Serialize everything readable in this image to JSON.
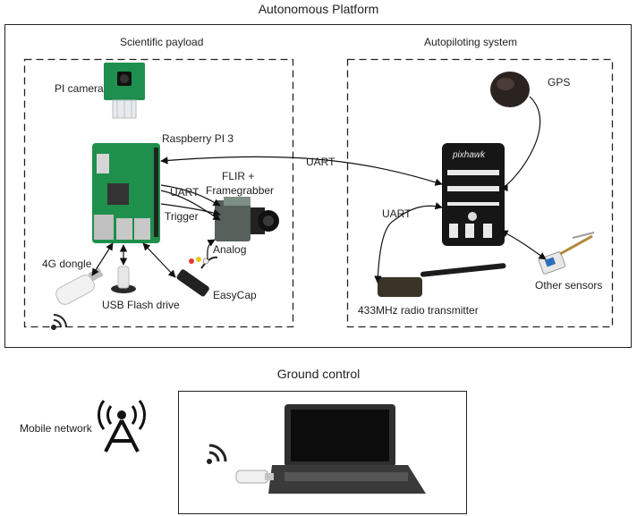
{
  "titles": {
    "platform": "Autonomous Platform",
    "payload": "Scientific payload",
    "autopilot": "Autopiloting system",
    "ground": "Ground control"
  },
  "labels": {
    "pi_camera": "PI camera",
    "raspberry_pi": "Raspberry PI 3",
    "flir": "FLIR +",
    "framegrabber": "Framegrabber",
    "uart_pi": "UART",
    "trigger": "Trigger",
    "analog": "Analog",
    "dongle": "4G dongle",
    "usb_flash": "USB Flash drive",
    "easycap": "EasyCap",
    "uart_link": "UART",
    "uart_radio": "UART",
    "gps": "GPS",
    "radio": "433MHz radio transmitter",
    "other_sensors": "Other sensors",
    "mobile_network": "Mobile network",
    "pixhawk_logo": "pixhawk"
  },
  "icons": [
    "camera-board-icon",
    "raspberry-pi-board-icon",
    "flir-camera-icon",
    "usb-dongle-icon",
    "usb-flash-drive-icon",
    "easycap-cable-icon",
    "wifi-signal-icon",
    "gps-puck-icon",
    "pixhawk-controller-icon",
    "radio-transmitter-icon",
    "sensor-module-icon",
    "cell-tower-icon",
    "laptop-icon"
  ]
}
